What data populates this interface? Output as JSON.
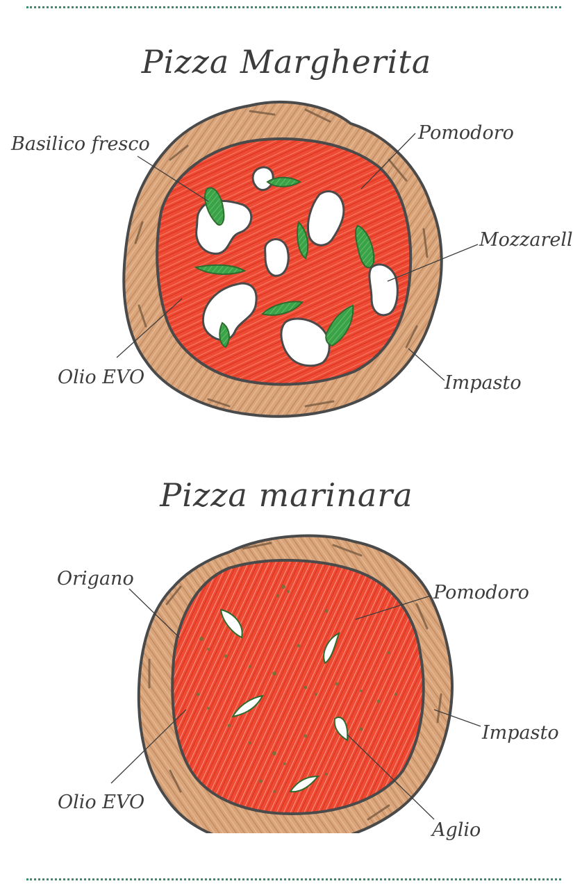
{
  "pizzas": [
    {
      "title": "Pizza Margherita",
      "labels": {
        "basil": "Basilico fresco",
        "tomato": "Pomodoro",
        "mozzarella": "Mozzarella",
        "oil": "Olio EVO",
        "dough": "Impasto"
      }
    },
    {
      "title": "Pizza marinara",
      "labels": {
        "oregano": "Origano",
        "tomato": "Pomodoro",
        "dough": "Impasto",
        "oil": "Olio EVO",
        "garlic": "Aglio"
      }
    }
  ],
  "colors": {
    "crust": "#d9a47a",
    "crust_dark": "#8a6a4a",
    "sauce": "#ef4a33",
    "sauce_light": "#f7a08f",
    "mozzarella": "#ffffff",
    "basil": "#3aa34a",
    "oregano": "#5a7a3a",
    "outline": "#4a4a4a",
    "separator": "#3a8f6a"
  }
}
